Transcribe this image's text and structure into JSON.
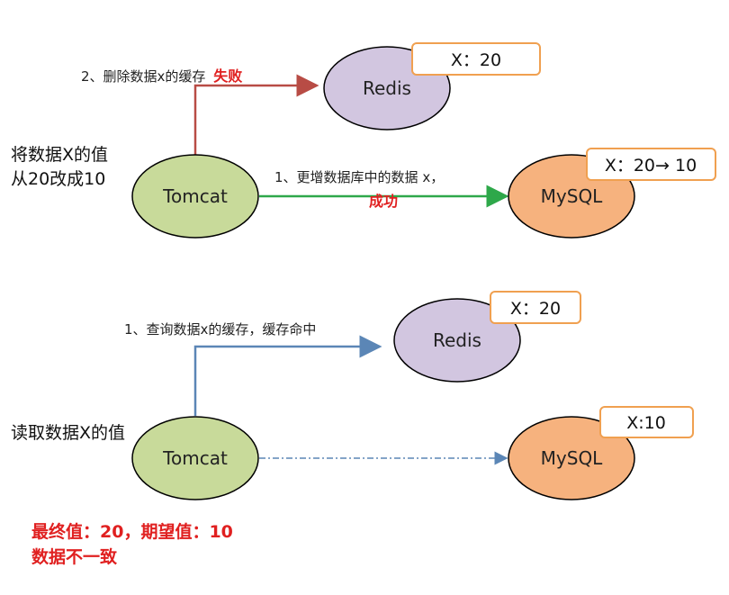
{
  "colors": {
    "redis_fill": "#d2c6e0",
    "mysql_fill": "#f6b27e",
    "tomcat_fill": "#c8da9a",
    "box_border": "#f0a050",
    "arrow_fail": "#b84c45",
    "arrow_success": "#2ea84a",
    "arrow_read": "#5b86b6",
    "accent_red": "#e02020"
  },
  "scenario1": {
    "side_label": [
      "将数据X的值",
      "从20改成10"
    ],
    "tomcat": "Tomcat",
    "redis": "Redis",
    "mysql": "MySQL",
    "redis_value": "X：20",
    "mysql_value": "X：20→ 10",
    "step2_text": "2、删除数据x的缓存",
    "step2_status": "失败",
    "step1_text": "1、更增数据库中的数据 x，",
    "step1_status": "成功"
  },
  "scenario2": {
    "side_label": "读取数据X的值",
    "tomcat": "Tomcat",
    "redis": "Redis",
    "mysql": "MySQL",
    "redis_value": "X：20",
    "mysql_value": "X:10",
    "step1_text": "1、查询数据x的缓存，缓存命中"
  },
  "conclusion": [
    "最终值：20，期望值：10",
    "数据不一致"
  ]
}
